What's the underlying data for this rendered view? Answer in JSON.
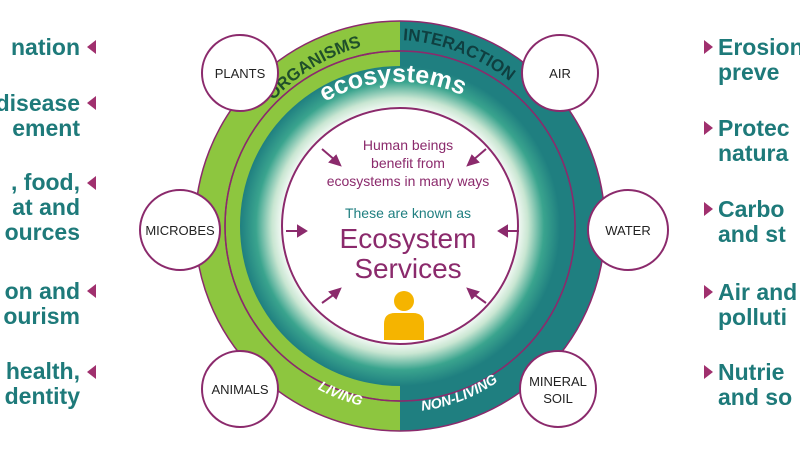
{
  "left_services": [
    {
      "lines": [
        "nation"
      ]
    },
    {
      "lines": [
        "disease",
        "ement"
      ]
    },
    {
      "lines": [
        ", food,",
        "at and",
        "ources"
      ]
    },
    {
      "lines": [
        "on and",
        "ourism"
      ]
    },
    {
      "lines": [
        "health,",
        "dentity"
      ]
    }
  ],
  "right_services": [
    {
      "lines": [
        "Erosion",
        "preve"
      ]
    },
    {
      "lines": [
        "Protec",
        "natura"
      ]
    },
    {
      "lines": [
        "Carbo",
        "and st"
      ]
    },
    {
      "lines": [
        "Air and",
        "polluti"
      ]
    },
    {
      "lines": [
        "Nutrie",
        "and so"
      ]
    }
  ],
  "diagram": {
    "arc_organisms": "ORGANISMS",
    "arc_interaction": "INTERACTION",
    "arc_ecosystems": "ecosystems",
    "arc_living": "LIVING",
    "arc_nonliving": "NON-LIVING",
    "center_line1": "Human beings",
    "center_line2": "benefit from",
    "center_line3": "ecosystems in many ways",
    "center_line4": "These are known as",
    "center_title1": "Ecosystem",
    "center_title2": "Services",
    "nodes": {
      "plants": "PLANTS",
      "air": "AIR",
      "microbes": "MICROBES",
      "water": "WATER",
      "animals": "ANIMALS",
      "mineral1": "MINERAL",
      "mineral2": "SOIL"
    }
  },
  "colors": {
    "green": "#8dc63f",
    "teal": "#1f7f80",
    "purple": "#8b2a6c",
    "magenta": "#a0306e",
    "person": "#f5b400"
  },
  "icons": [
    "person-icon",
    "arrow-icon"
  ]
}
